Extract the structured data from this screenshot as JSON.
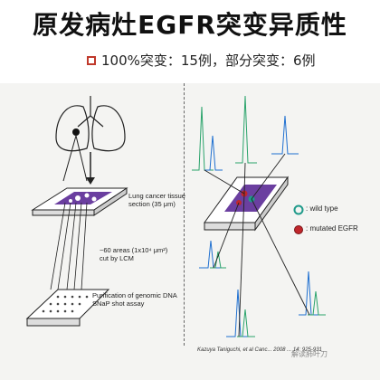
{
  "header": {
    "title": "原发病灶EGFR突变异质性",
    "subtitle": "100%突变：15例，部分突变：6例"
  },
  "left_panel": {
    "tissue_label_line1": "Lung cancer tissue",
    "tissue_label_line2": "section (35 μm)",
    "areas_label_line1": "~60 areas (1x10⁴ μm²)",
    "areas_label_line2": "cut by LCM",
    "purification_line1": "Purification of genomic DNA",
    "purification_line2": "SNaP shot assay"
  },
  "right_panel": {
    "legend": [
      {
        "label": ": wild type",
        "color": "#1f9a8a"
      },
      {
        "label": ": mutated EGFR",
        "color": "#c0262b"
      }
    ]
  },
  "footer": {
    "citation": "Kazuya Taniguchi, et al Canc... 2008 ... 14: 925-931",
    "watermark": "解读肺叶刀"
  },
  "colors": {
    "tissue": "#6b3fa0",
    "peak_blue": "#1e6fd0",
    "peak_green": "#2aa36b",
    "accent_red": "#c0392b"
  }
}
